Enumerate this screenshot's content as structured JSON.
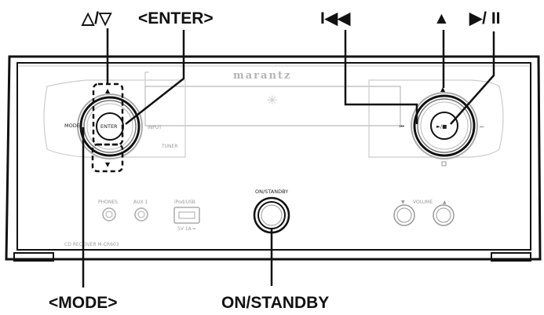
{
  "callouts": {
    "cursor": "△/▽",
    "enter": "<ENTER>",
    "prev": "I◀◀",
    "eject": "▲",
    "play_pause": "▶/ II",
    "mode": "<MODE>",
    "on_standby": "ON/STANDBY"
  },
  "panel": {
    "brand": "marantz",
    "on_standby_label": "ON/STANDBY",
    "mode_label": "MODE",
    "enter_label": "ENTER",
    "input_label": "INPUT",
    "tuner_label": "TUNER",
    "phones_label": "PHONES",
    "aux_label": "AUX 1",
    "usb_label": "iPod/USB",
    "usb_sub_label": "5V 1A ═",
    "volume_label": "VOLUME",
    "model_label": "CD RECEIVER M-CR603",
    "play_stop_label": "►/■",
    "prev_label": "⏮",
    "next_label": "⏭"
  }
}
